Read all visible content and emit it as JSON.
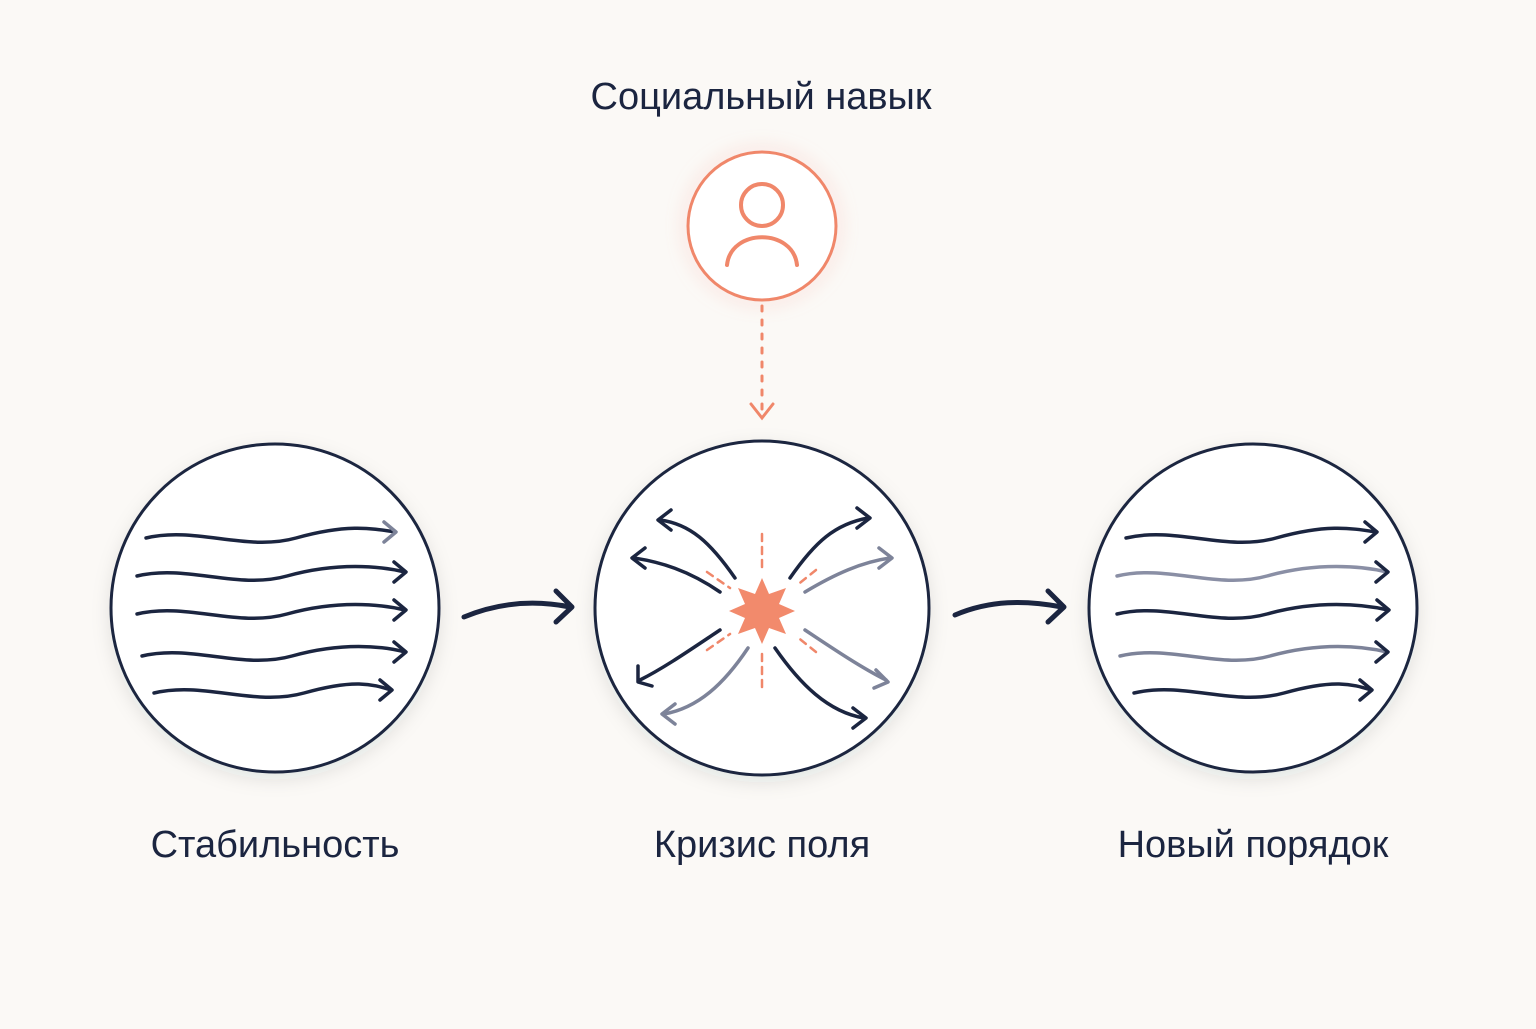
{
  "colors": {
    "background": "#fbf9f6",
    "ink": "#1b2540",
    "ink_muted": "#7d8399",
    "accent": "#f0876a"
  },
  "agent": {
    "label": "Социальный навык",
    "icon": "person-icon"
  },
  "stages": [
    {
      "label": "Стабильность",
      "icon": "parallel-flow-icon"
    },
    {
      "label": "Кризис поля",
      "icon": "burst-scatter-icon"
    },
    {
      "label": "Новый порядок",
      "icon": "parallel-flow-icon"
    }
  ]
}
